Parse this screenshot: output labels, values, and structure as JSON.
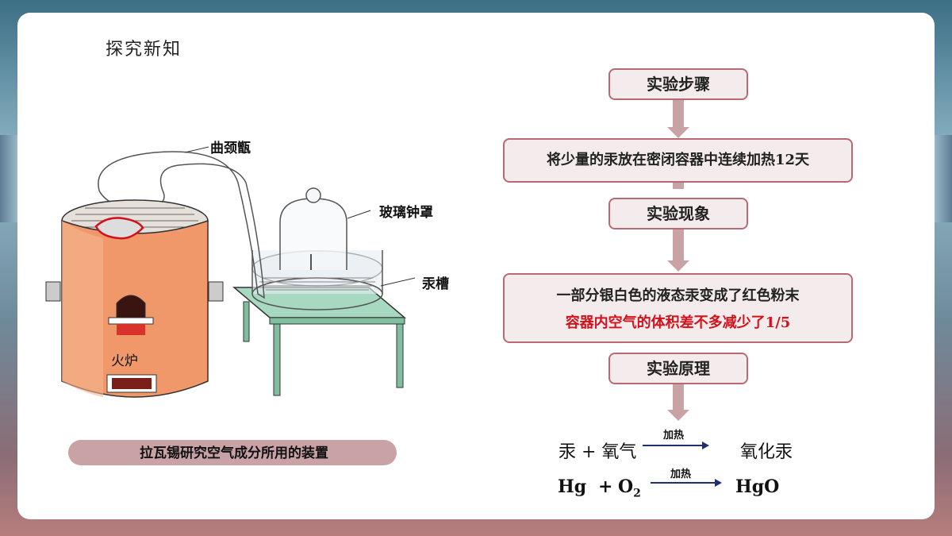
{
  "section_title": "探究新知",
  "apparatus": {
    "label_flask": "曲颈甑",
    "label_bell": "玻璃钟罩",
    "label_trough": "汞槽",
    "label_furnace": "火炉",
    "caption": "拉瓦锡研究空气成分所用的装置"
  },
  "flow": {
    "step1_title": "实验步骤",
    "step1_body": "将少量的汞放在密闭容器中连续加热12天",
    "step2_title": "实验现象",
    "step2_line1": "一部分银白色的液态汞变成了红色粉末",
    "step2_line2": "容器内空气的体积差不多减少了1/5",
    "step3_title": "实验原理"
  },
  "equation": {
    "reactant_cn": "汞 + 氧气",
    "condition_cn": "加热",
    "product_cn": "氧化汞",
    "reactant_hg": "Hg",
    "plus": "+",
    "o2": "O",
    "o2_sub": "2",
    "condition_sym": "加热",
    "product_sym": "HgO"
  },
  "colors": {
    "accent_red": "#d4111b",
    "box_border": "#b86a72",
    "box_fill": "#f4ecec",
    "arrow": "#c9a2a6"
  }
}
